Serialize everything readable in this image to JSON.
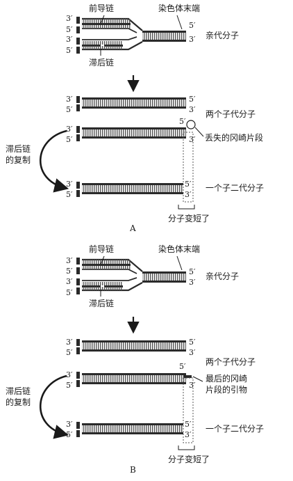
{
  "panel_a": {
    "caption": "A",
    "label_leading_strand": "前导链",
    "label_chromosome_end": "染色体末端",
    "label_parent_molecule": "亲代分子",
    "label_lagging_strand": "滞后链",
    "label_two_daughter_molecules": "两个子代分子",
    "label_missing_okazaki_fragment": "丢失的冈崎片段",
    "label_lagging_replication_line1": "滞后链",
    "label_lagging_replication_line2": "的复制",
    "label_one_second_gen_molecule": "一个子二代分子",
    "label_molecule_shortened": "分子变短了"
  },
  "panel_b": {
    "caption": "B",
    "label_leading_strand": "前导链",
    "label_chromosome_end": "染色体末端",
    "label_parent_molecule": "亲代分子",
    "label_lagging_strand": "滞后链",
    "label_two_daughter_molecules": "两个子代分子",
    "label_last_primer_line1": "最后的冈崎",
    "label_last_primer_line2": "片段的引物",
    "label_lagging_replication_line1": "滞后链",
    "label_lagging_replication_line2": "的复制",
    "label_one_second_gen_molecule": "一个子二代分子",
    "label_molecule_shortened": "分子变短了"
  },
  "strand_ends": {
    "three_prime": "3′",
    "five_prime": "5′"
  },
  "colors": {
    "ink": "#1a1a1a",
    "strand": "#2a2a2a",
    "ladder": "#555555"
  }
}
